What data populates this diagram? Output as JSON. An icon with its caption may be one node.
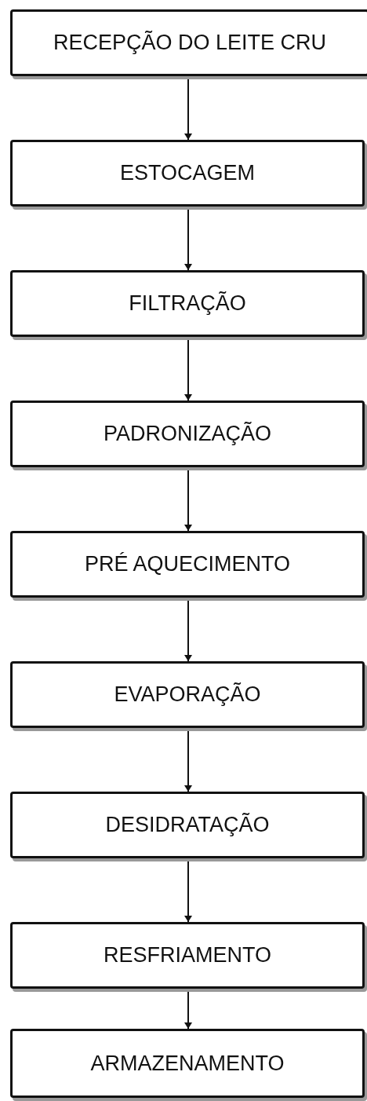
{
  "diagram": {
    "nodes": [
      {
        "text": [
          "RECEPÇÃO DO LEITE CRU"
        ]
      },
      {
        "text": [
          "ESTOCAGEM"
        ]
      },
      {
        "text": [
          "FILTRAÇÃO"
        ]
      },
      {
        "text": [
          "PADRONIZAÇÃO"
        ]
      },
      {
        "text": [
          "PRÉ AQUECIMENTO"
        ]
      },
      {
        "text": [
          "EVAPORAÇÃO"
        ]
      },
      {
        "text": [
          "DESIDRATAÇÃO"
        ]
      },
      {
        "text": [
          "RESFRIAMENTO"
        ]
      },
      {
        "text": [
          "ARMAZENAMENTO"
        ]
      }
    ],
    "edges": [
      {
        "from": 0,
        "to": 1,
        "arrow": "to"
      },
      {
        "from": 1,
        "to": 2,
        "arrow": "to"
      },
      {
        "from": 2,
        "to": 3,
        "arrow": "to"
      },
      {
        "from": 3,
        "to": 4,
        "arrow": "to"
      },
      {
        "from": 4,
        "to": 5,
        "arrow": "to"
      },
      {
        "from": 5,
        "to": 6,
        "arrow": "to"
      },
      {
        "from": 6,
        "to": 7,
        "arrow": "to"
      },
      {
        "from": 7,
        "to": 8,
        "arrow": "to"
      }
    ]
  }
}
